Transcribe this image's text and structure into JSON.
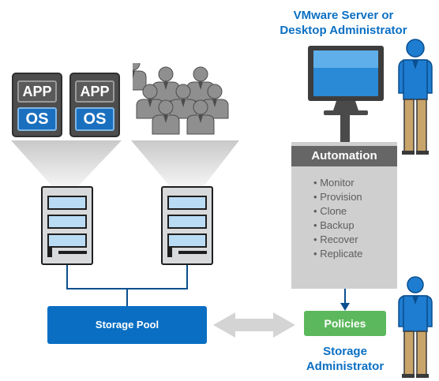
{
  "vms": [
    {
      "app_label": "APP",
      "os_label": "OS"
    },
    {
      "app_label": "APP",
      "os_label": "OS"
    }
  ],
  "admin": {
    "title_line1": "VMware Server or",
    "title_line2": "Desktop Administrator"
  },
  "automation": {
    "title": "Automation",
    "items": [
      "Monitor",
      "Provision",
      "Clone",
      "Backup",
      "Recover",
      "Replicate"
    ],
    "bullet": "•"
  },
  "storage_pool": {
    "label": "Storage Pool"
  },
  "policies": {
    "label": "Policies"
  },
  "storage_admin": {
    "line1": "Storage",
    "line2": "Administrator"
  },
  "colors": {
    "brand_blue": "#0a6fc3",
    "policies_green": "#5cb85c",
    "person_blue": "#1e7dd0",
    "panel_gray": "#cfcfcf"
  },
  "icons": [
    "vm-icon",
    "users-group-icon",
    "server-icon",
    "monitor-icon",
    "person-icon",
    "double-arrow-icon"
  ]
}
